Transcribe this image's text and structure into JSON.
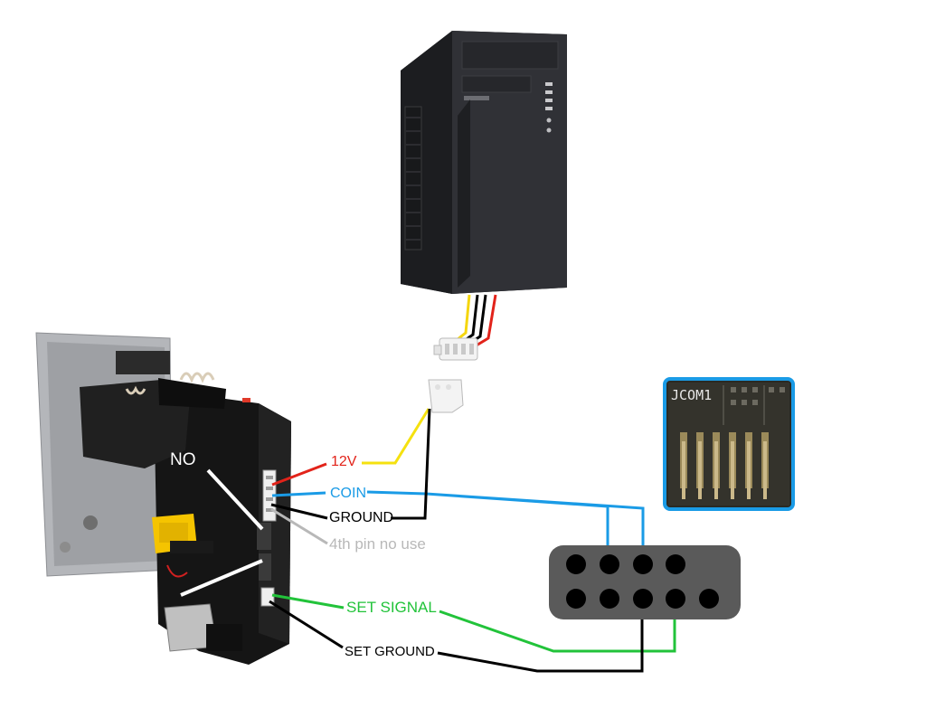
{
  "labels": {
    "v12": "12V",
    "coin": "COIN",
    "ground": "GROUND",
    "fourth_pin": "4th pin no use",
    "no": "NO",
    "set_signal": "SET SIGNAL",
    "set_ground": "SET GROUND",
    "jcom": "JCOM1"
  },
  "colors": {
    "red_wire": "#e2231a",
    "yellow_wire": "#f5e10f",
    "blue_wire": "#1a9be6",
    "green_wire": "#22c33a",
    "black_wire": "#000000",
    "gray_text": "#b8b8b8",
    "connector_body": "#5a5a5a",
    "inset_frame": "#1a9be6"
  },
  "icons": [
    "pc-tower-icon",
    "molex-connector-icon",
    "coin-acceptor-icon",
    "serial-header-icon",
    "motherboard-jcom-photo"
  ]
}
